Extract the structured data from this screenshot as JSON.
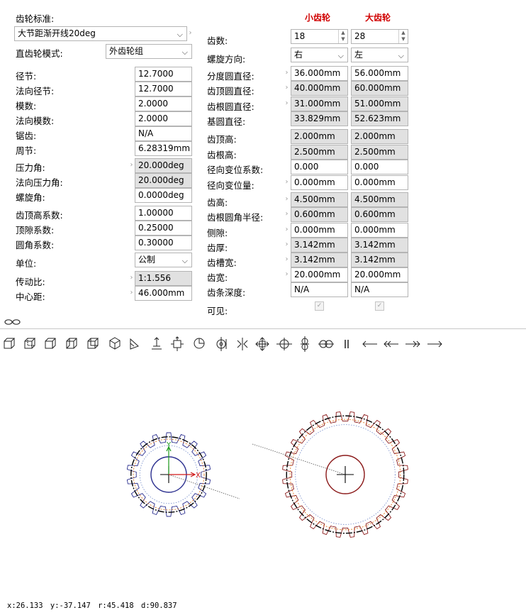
{
  "left": {
    "standard_label": "齿轮标准:",
    "standard_value": "大节距渐开线20deg",
    "mode_label": "直齿轮模式:",
    "mode_value": "外齿轮组",
    "rows": [
      {
        "label": "径节:",
        "value": "12.7000",
        "ro": false
      },
      {
        "label": "法向径节:",
        "value": "12.7000",
        "ro": false
      },
      {
        "label": "模数:",
        "value": "2.0000",
        "ro": false
      },
      {
        "label": "法向模数:",
        "value": "2.0000",
        "ro": false
      },
      {
        "label": "锯齿:",
        "value": "N/A",
        "ro": false
      },
      {
        "label": "周节:",
        "value": "6.28319mm",
        "ro": false
      },
      {
        "label": "压力角:",
        "value": "20.000deg",
        "ro": true,
        "arrow": true
      },
      {
        "label": "法向压力角:",
        "value": "20.000deg",
        "ro": true
      },
      {
        "label": "螺旋角:",
        "value": "0.0000deg",
        "ro": false
      },
      {
        "label": "齿顶高系数:",
        "value": "1.00000",
        "ro": false
      },
      {
        "label": "顶隙系数:",
        "value": "0.25000",
        "ro": false
      },
      {
        "label": "圆角系数:",
        "value": "0.30000",
        "ro": false
      }
    ],
    "unit_label": "单位:",
    "unit_value": "公制",
    "ratio_label": "传动比:",
    "ratio_value": "1:1.556",
    "center_label": "中心距:",
    "center_value": "46.000mm"
  },
  "right": {
    "small_header": "小齿轮",
    "large_header": "大齿轮",
    "teeth_label": "齿数:",
    "teeth_small": "18",
    "teeth_large": "28",
    "helix_label": "螺旋方向:",
    "helix_small": "右",
    "helix_large": "左",
    "rows": [
      {
        "label": "分度圆直径:",
        "small": "36.000mm",
        "large": "56.000mm",
        "ro": false,
        "arrow": true
      },
      {
        "label": "齿顶圆直径:",
        "small": "40.000mm",
        "large": "60.000mm",
        "ro": true,
        "arrow": true
      },
      {
        "label": "齿根圆直径:",
        "small": "31.000mm",
        "large": "51.000mm",
        "ro": true,
        "arrow": true
      },
      {
        "label": "基圆直径:",
        "small": "33.829mm",
        "large": "52.623mm",
        "ro": true,
        "arrow": false
      },
      {
        "label": "齿顶高:",
        "small": "2.000mm",
        "large": "2.000mm",
        "ro": true,
        "arrow": false
      },
      {
        "label": "齿根高:",
        "small": "2.500mm",
        "large": "2.500mm",
        "ro": true,
        "arrow": false
      },
      {
        "label": "径向变位系数:",
        "small": "0.000",
        "large": "0.000",
        "ro": false,
        "arrow": false
      },
      {
        "label": "径向变位量:",
        "small": "0.000mm",
        "large": "0.000mm",
        "ro": false,
        "arrow": true
      },
      {
        "label": "齿高:",
        "small": "4.500mm",
        "large": "4.500mm",
        "ro": true,
        "arrow": true
      },
      {
        "label": "齿根圆角半径:",
        "small": "0.600mm",
        "large": "0.600mm",
        "ro": true,
        "arrow": true
      },
      {
        "label": "侧隙:",
        "small": "0.000mm",
        "large": "0.000mm",
        "ro": false,
        "arrow": true
      },
      {
        "label": "齿厚:",
        "small": "3.142mm",
        "large": "3.142mm",
        "ro": true,
        "arrow": true
      },
      {
        "label": "齿槽宽:",
        "small": "3.142mm",
        "large": "3.142mm",
        "ro": true,
        "arrow": true
      },
      {
        "label": "齿宽:",
        "small": "20.000mm",
        "large": "20.000mm",
        "ro": false,
        "arrow": true
      },
      {
        "label": "齿条深度:",
        "small": "N/A",
        "large": "N/A",
        "ro": false,
        "arrow": false
      }
    ],
    "visible_label": "可见:"
  },
  "axis": {
    "x": "X",
    "y": "Y"
  },
  "status": "x:26.133 y:-37.147 r:45.418 d:90.837",
  "colors": {
    "small_gear": "#2b2f8f",
    "large_gear": "#8b1a1a",
    "header": "#d00000"
  },
  "icons": [
    "view-front-icon",
    "view-back-icon",
    "view-right-icon",
    "view-left-icon",
    "view-top-icon",
    "view-iso-icon",
    "measure-icon",
    "center-icon",
    "fit-icon",
    "section-icon",
    "align-icon",
    "mirror-icon",
    "move-icon",
    "rotate-icon",
    "flip-icon",
    "link-icon",
    "pause-icon",
    "prev-icon",
    "rewind-icon",
    "forward-icon",
    "next-icon"
  ]
}
